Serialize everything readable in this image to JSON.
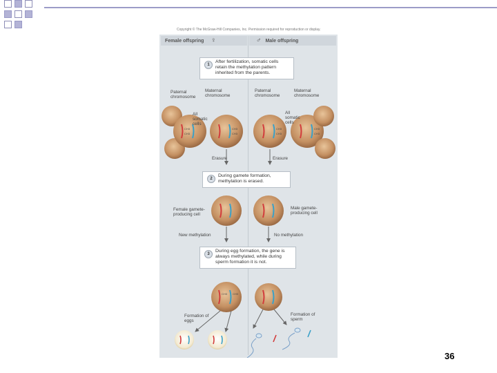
{
  "copyright": "Copyright © The McGraw-Hill Companies, Inc. Permission required for reproduction or display.",
  "headers": {
    "female": "Female offspring",
    "male": "Male offspring"
  },
  "symbols": {
    "female": "♀",
    "male": "♂"
  },
  "steps": [
    {
      "number": "1",
      "text": "After fertilization, somatic cells retain the methylation pattern inherited from the parents."
    },
    {
      "number": "2",
      "text": "During gamete formation, methylation is erased."
    },
    {
      "number": "3",
      "text": "During egg formation, the gene is always methylated, while during sperm formation it is not."
    }
  ],
  "labels": {
    "paternal_left": "Paternal chromosome",
    "maternal_left": "Maternal chromosome",
    "paternal_right": "Paternal chromosome",
    "maternal_right": "Maternal chromosome",
    "somatic_left": "All somatic cells",
    "somatic_right": "All somatic cells",
    "erasure_left": "Erasure",
    "erasure_right": "Erasure",
    "female_gamete": "Female gamete-producing cell",
    "male_gamete": "Male gamete-producing cell",
    "new_methylation": "New methylation",
    "no_methylation": "No methylation",
    "eggs": "Formation of eggs",
    "sperm": "Formation of sperm"
  },
  "page_number": "36"
}
